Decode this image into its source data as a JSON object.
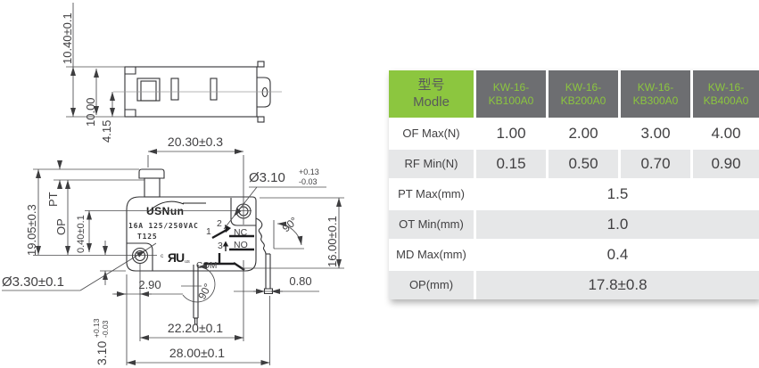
{
  "drawing": {
    "top_view": {
      "dim_height_outer": "10.40±0.1",
      "dim_height_body": "10.00",
      "dim_pin": "4.15"
    },
    "front_view": {
      "dim_top_width": "20.30±0.3",
      "hole_top_label": "Ø3.10",
      "hole_top_tol_plus": "+0.13",
      "hole_top_tol_minus": "-0.03",
      "dim_left_height": "19.05±0.3",
      "label_pt": "PT",
      "label_op": "OP",
      "dim_offset": "0.40±0.1",
      "hole_bottom_label": "Ø3.30±0.1",
      "pin_dim_label": "3.10",
      "pin_dim_tol_plus": "+0.13",
      "pin_dim_tol_minus": "-0.03",
      "dim_edge_hole": "2.90",
      "dim_angle_bottom": "90°",
      "dim_angle_right": "90°",
      "dim_pin_width": "0.80",
      "dim_right_height": "16.00±0.1",
      "dim_holes_span": "22.20±0.1",
      "dim_total_width": "28.00±0.1",
      "brand": "USNun",
      "rating": "16A 125/250VAC",
      "thermal": "T125",
      "ul_c": "c",
      "ul_r": "R",
      "ul_u": "U",
      "ul_us": "us",
      "t1": "1",
      "t2": "2",
      "t3": "3",
      "nc": "NC",
      "no": "NO",
      "com": "COM"
    }
  },
  "table": {
    "header": {
      "model_cn": "型号",
      "model_en": "Modle",
      "models": [
        {
          "line1": "KW-16-",
          "line2": "KB100A0"
        },
        {
          "line1": "KW-16-",
          "line2": "KB200A0"
        },
        {
          "line1": "KW-16-",
          "line2": "KB300A0"
        },
        {
          "line1": "KW-16-",
          "line2": "KB400A0"
        }
      ]
    },
    "rows": [
      {
        "label": "OF Max(N)",
        "values": [
          "1.00",
          "2.00",
          "3.00",
          "4.00"
        ]
      },
      {
        "label": "RF Min(N)",
        "values": [
          "0.15",
          "0.50",
          "0.70",
          "0.90"
        ]
      },
      {
        "label": "PT Max(mm)",
        "value": "1.5"
      },
      {
        "label": "OT Min(mm)",
        "value": "1.0"
      },
      {
        "label": "MD Max(mm)",
        "value": "0.4"
      },
      {
        "label": "OP(mm)",
        "value": "17.8±0.8"
      }
    ],
    "colors": {
      "accent_green": "#8cc63f",
      "header_gray": "#6d6e71",
      "row_gray": "#e6e7e8"
    }
  }
}
